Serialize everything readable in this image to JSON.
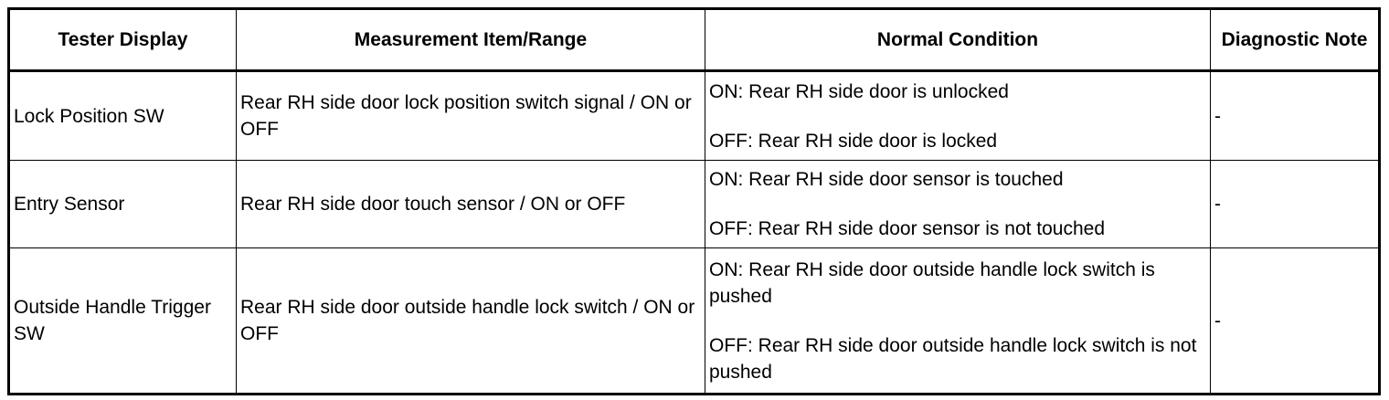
{
  "table": {
    "headers": [
      "Tester Display",
      "Measurement Item/Range",
      "Normal Condition",
      "Diagnostic Note"
    ],
    "rows": [
      {
        "display": "Lock Position SW",
        "measurement": "Rear RH side door lock position switch signal / ON or OFF",
        "conditions": [
          "ON: Rear RH side door is unlocked",
          "OFF: Rear RH side door is locked"
        ],
        "note": "-"
      },
      {
        "display": "Entry Sensor",
        "measurement": "Rear RH side door touch sensor / ON or OFF",
        "conditions": [
          "ON: Rear RH side door sensor is touched",
          "OFF: Rear RH side door sensor is not touched"
        ],
        "note": "-"
      },
      {
        "display": "Outside Handle Trigger SW",
        "measurement": "Rear RH side door outside handle lock switch / ON or OFF",
        "conditions": [
          "ON: Rear RH side door outside handle lock switch is pushed",
          "OFF: Rear RH side door outside handle lock switch is not pushed"
        ],
        "note": "-"
      }
    ]
  }
}
